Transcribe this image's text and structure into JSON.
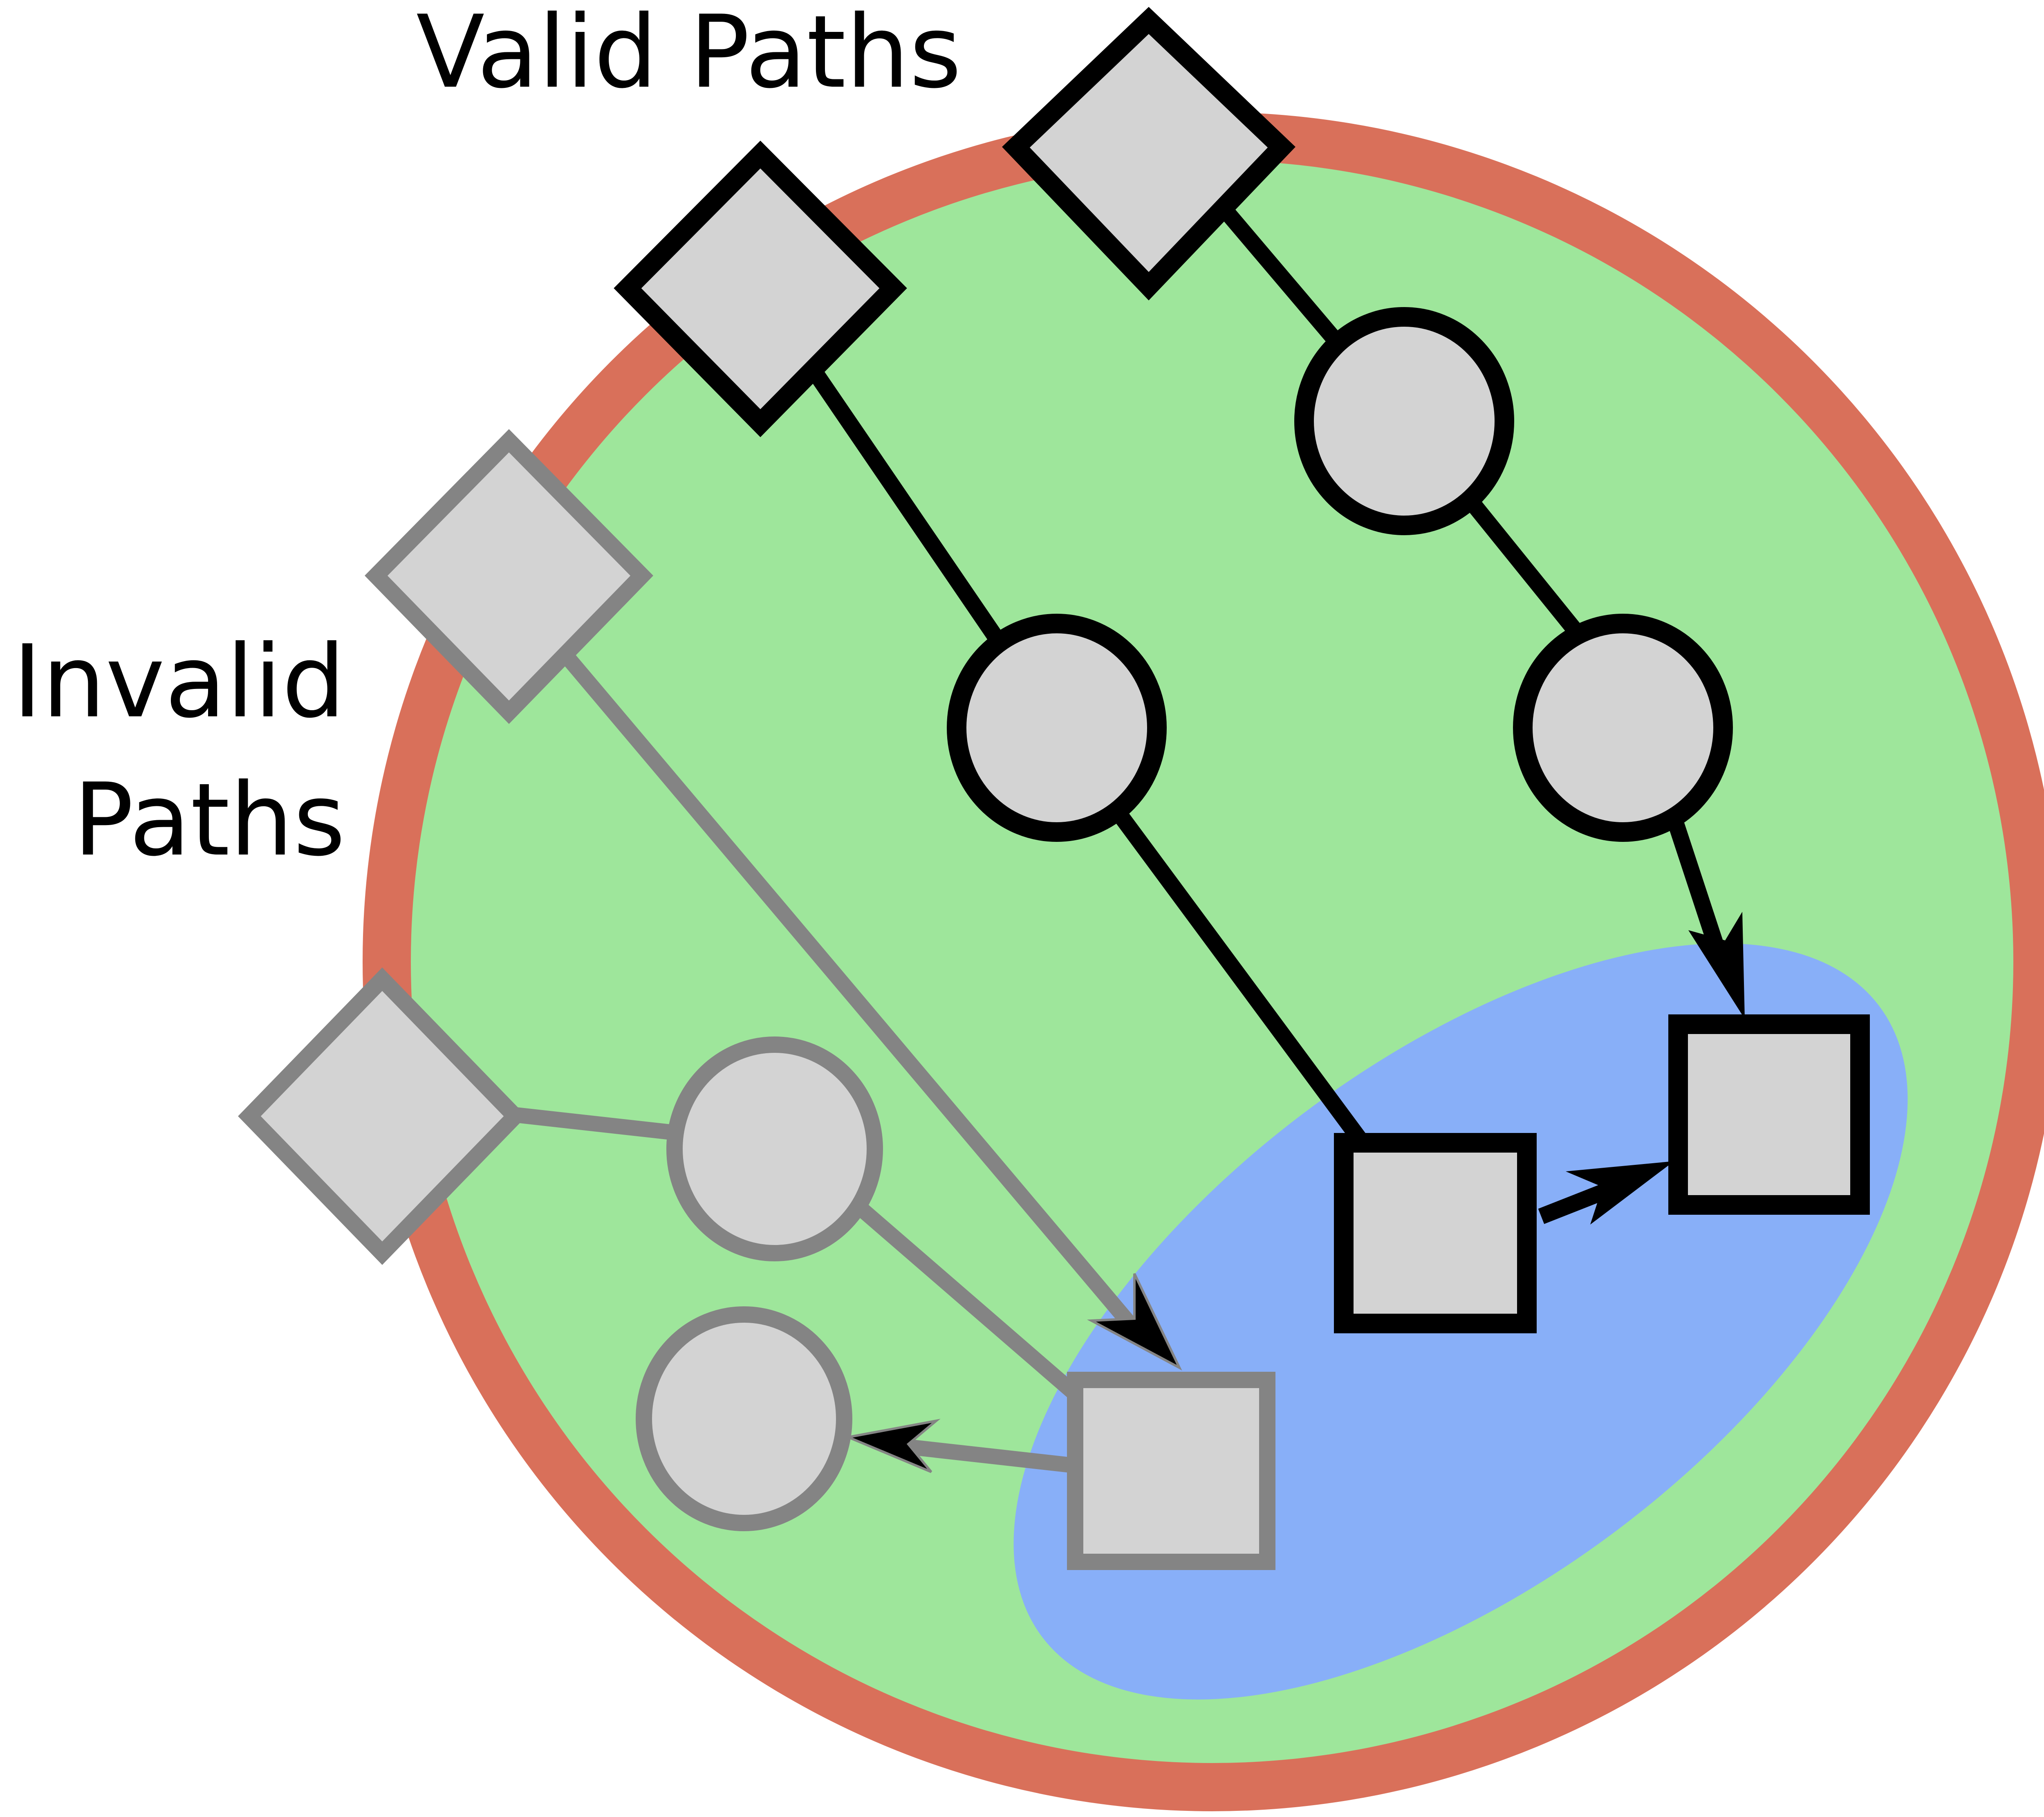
{
  "labels": {
    "valid": "Valid Paths",
    "invalid_line1": "Invalid",
    "invalid_line2": "Paths"
  },
  "colors": {
    "outer_ring": "#d9705a",
    "valid_region": "#9ee69b",
    "target_region": "#88aff8",
    "node_fill": "#d3d3d3",
    "valid_stroke": "#000000",
    "invalid_stroke": "#848484"
  },
  "legend": {
    "start_node": "diamond",
    "intermediate_node": "circle",
    "end_node": "square"
  },
  "paths": [
    {
      "kind": "valid",
      "sequence": [
        "diamond",
        "circle",
        "circle",
        "square"
      ]
    },
    {
      "kind": "valid",
      "sequence": [
        "diamond",
        "circle",
        "square",
        "square"
      ]
    },
    {
      "kind": "invalid",
      "sequence": [
        "diamond",
        "square",
        "circle"
      ]
    },
    {
      "kind": "invalid",
      "sequence": [
        "diamond",
        "circle",
        "square"
      ]
    }
  ]
}
